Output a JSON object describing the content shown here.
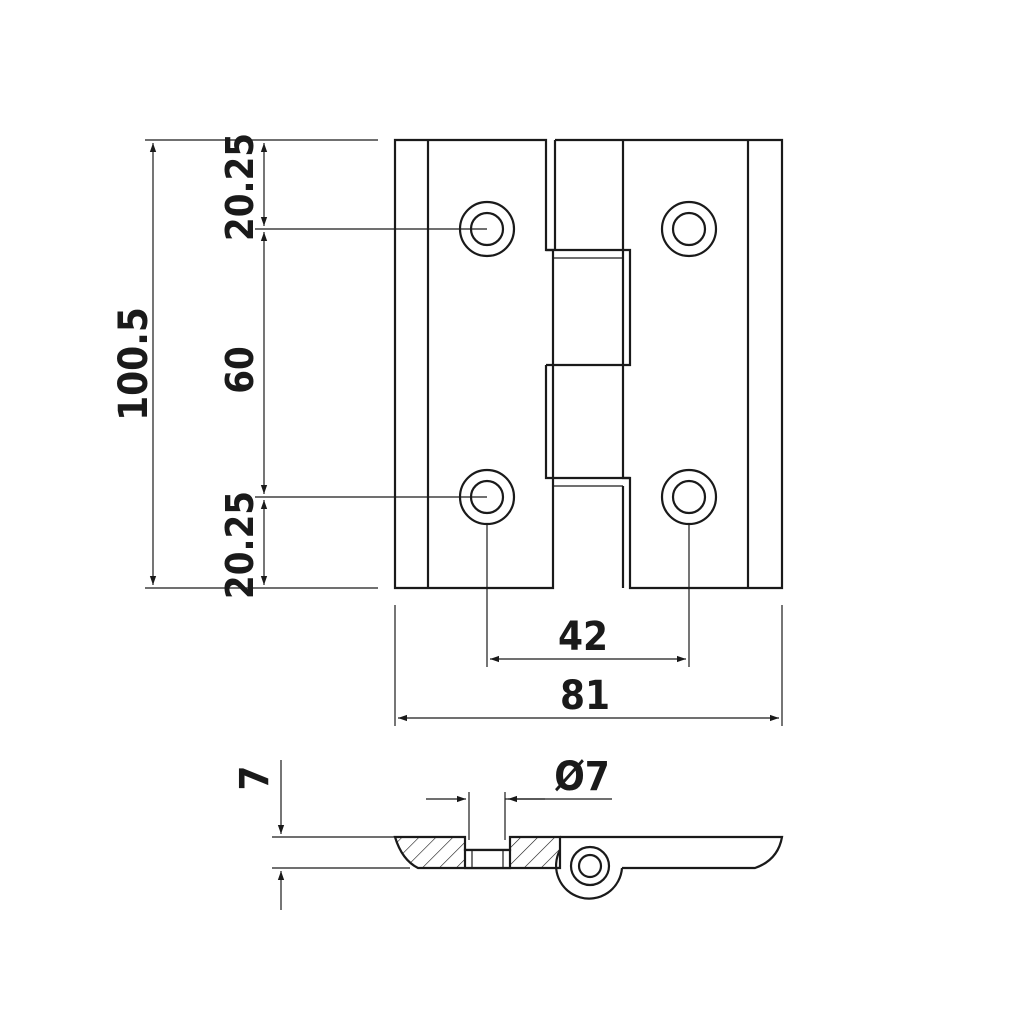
{
  "dimensions": {
    "total_height": "100.5",
    "top_offset": "20.25",
    "hole_spacing_vertical": "60",
    "bottom_offset": "20.25",
    "hole_spacing_horizontal": "42",
    "total_width": "81",
    "thickness": "7",
    "hole_diameter": "Ø7"
  },
  "colors": {
    "line": "#1a1a1a",
    "background": "#ffffff"
  }
}
